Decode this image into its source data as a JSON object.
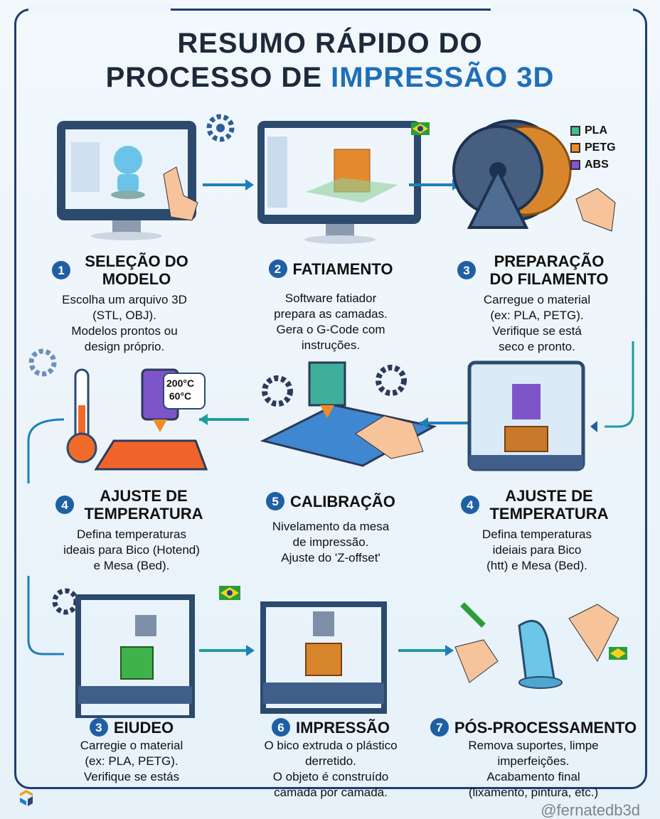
{
  "title": {
    "line1": "RESUMO RÁPIDO DO",
    "line2_prefix": "PROCESSO DE ",
    "line2_highlight": "IMPRESSÃO 3D"
  },
  "filament_legend": [
    {
      "label": "PLA",
      "color": "#3cc08a"
    },
    {
      "label": "PETG",
      "color": "#f08a24"
    },
    {
      "label": "ABS",
      "color": "#8a4fd8"
    }
  ],
  "thermo_readout": {
    "hotend": "200°C",
    "bed": "60°C"
  },
  "steps": [
    {
      "num": "1",
      "title": "SELEÇÃO DO MODELO",
      "desc": [
        "Escolha um arquivo 3D",
        "(STL, OBJ).",
        "Modelos prontos ou",
        "design próprio."
      ]
    },
    {
      "num": "2",
      "title": "FATIAMENTO",
      "desc": [
        "Software fatiador",
        "prepara as camadas.",
        "Gera o G-Code com",
        "instruções."
      ]
    },
    {
      "num": "3",
      "title": "PREPARAÇÃO DO FILAMENTO",
      "desc": [
        "Carregue o material",
        "(ex: PLA, PETG).",
        "Verifique se está",
        "seco e pronto."
      ]
    },
    {
      "num": "4",
      "title": "AJUSTE DE TEMPERATURA",
      "desc": [
        "Defina temperaturas",
        "ideais para Bico (Hotend)",
        "e Mesa (Bed)."
      ]
    },
    {
      "num": "5",
      "title": "CALIBRAÇÃO",
      "desc": [
        "Nivelamento da mesa",
        "de impressão.",
        "Ajuste do 'Z-offset'"
      ]
    },
    {
      "num": "4",
      "title": "AJUSTE DE TEMPERATURA",
      "desc": [
        "Defina temperaturas",
        "ideiais para Bico",
        "(htt) e Mesa (Bed)."
      ]
    },
    {
      "num": "3",
      "title": "EIUDEO",
      "desc": [
        "Carregie o material",
        "(ex: PLA, PETG).",
        "Verifique se estás"
      ]
    },
    {
      "num": "6",
      "title": "IMPRESSÃO",
      "desc": [
        "O bico extruda o plástico",
        "derretido.",
        "O objeto é construído",
        "camada por camada."
      ]
    },
    {
      "num": "7",
      "title": "PÓS-PROCESSAMENTO",
      "desc": [
        "Remova suportes, limpe",
        "imperfeições.",
        "Acabamento final",
        "(lixamento, pintura, etc.)"
      ]
    }
  ],
  "watermark": "@fernatedb3d"
}
